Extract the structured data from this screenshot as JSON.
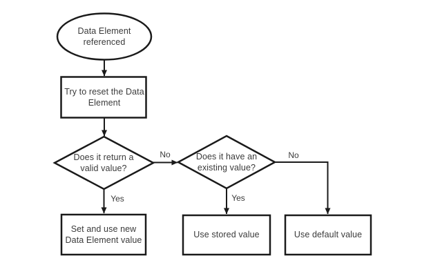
{
  "diagram": {
    "type": "flowchart",
    "nodes": {
      "start": {
        "shape": "terminator",
        "label": "Data Element referenced"
      },
      "reset": {
        "shape": "process",
        "label": "Try to reset the Data Element"
      },
      "valid_check": {
        "shape": "decision",
        "label": "Does it return a valid value?"
      },
      "existing_check": {
        "shape": "decision",
        "label": "Does it have an existing value?"
      },
      "set_new": {
        "shape": "process",
        "label": "Set and use new Data Element value"
      },
      "use_stored": {
        "shape": "process",
        "label": "Use stored value"
      },
      "use_default": {
        "shape": "process",
        "label": "Use default value"
      }
    },
    "edges": {
      "start_to_reset": {
        "from": "start",
        "to": "reset",
        "label": ""
      },
      "reset_to_valid": {
        "from": "reset",
        "to": "valid_check",
        "label": ""
      },
      "valid_no": {
        "from": "valid_check",
        "to": "existing_check",
        "label": "No"
      },
      "valid_yes": {
        "from": "valid_check",
        "to": "set_new",
        "label": "Yes"
      },
      "existing_yes": {
        "from": "existing_check",
        "to": "use_stored",
        "label": "Yes"
      },
      "existing_no": {
        "from": "existing_check",
        "to": "use_default",
        "label": "No"
      }
    },
    "colors": {
      "background": "#ffffff",
      "shape_stroke": "#1a1a1a",
      "shape_fill": "#ffffff",
      "text": "#3a3a3a"
    }
  }
}
